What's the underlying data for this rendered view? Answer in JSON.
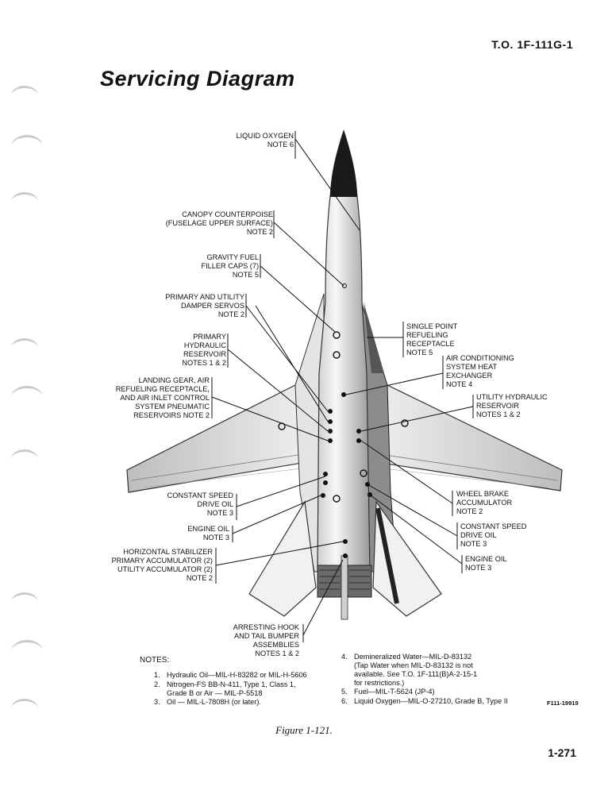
{
  "header": {
    "doc_id": "T.O. 1F-111G-1",
    "title": "Servicing Diagram"
  },
  "labels": {
    "liquid_oxygen": [
      "LIQUID OXYGEN",
      "NOTE 6"
    ],
    "canopy": [
      "CANOPY COUNTERPOISE",
      "(FUSELAGE UPPER SURFACE)",
      "NOTE 2"
    ],
    "gravity_fuel": [
      "GRAVITY FUEL",
      "FILLER CAPS (7)",
      "NOTE 5"
    ],
    "damper_servos": [
      "PRIMARY AND UTILITY",
      "DAMPER SERVOS",
      "NOTE 2"
    ],
    "primary_hydraulic": [
      "PRIMARY",
      "HYDRAULIC",
      "RESERVOIR",
      "NOTES 1 & 2"
    ],
    "landing_gear": [
      "LANDING GEAR, AIR",
      "REFUELING RECEPTACLE,",
      "AND AIR INLET CONTROL",
      "SYSTEM PNEUMATIC",
      "RESERVOIRS NOTE 2"
    ],
    "single_point": [
      "SINGLE POINT",
      "REFUELING",
      "RECEPTACLE",
      "NOTE 5"
    ],
    "air_conditioning": [
      "AIR CONDITIONING",
      "SYSTEM HEAT",
      "EXCHANGER",
      "NOTE 4"
    ],
    "utility_hydraulic": [
      "UTILITY HYDRAULIC",
      "RESERVOIR",
      "NOTES 1 & 2"
    ],
    "csd_left": [
      "CONSTANT SPEED",
      "DRIVE OIL",
      "NOTE 3"
    ],
    "engine_oil_left": [
      "ENGINE OIL",
      "NOTE 3"
    ],
    "horizontal_stab": [
      "HORIZONTAL STABILIZER",
      "PRIMARY ACCUMULATOR (2)",
      "UTILITY ACCUMULATOR (2)",
      "NOTE 2"
    ],
    "wheel_brake": [
      "WHEEL BRAKE",
      "ACCUMULATOR",
      "NOTE 2"
    ],
    "csd_right": [
      "CONSTANT SPEED",
      "DRIVE OIL",
      "NOTE 3"
    ],
    "engine_oil_right": [
      "ENGINE OIL",
      "NOTE 3"
    ],
    "arresting_hook": [
      "ARRESTING HOOK",
      "AND TAIL BUMPER",
      "ASSEMBLIES",
      "NOTES 1 & 2"
    ]
  },
  "notes": {
    "heading": "NOTES:",
    "items": [
      {
        "num": "1.",
        "lines": [
          "Hydraulic Oil—MIL-H-83282 or MIL-H-5606"
        ]
      },
      {
        "num": "2.",
        "lines": [
          "Nitrogen-FS BB-N-411, Type 1, Class 1,",
          "Grade B or Air — MIL-P-5518"
        ]
      },
      {
        "num": "3.",
        "lines": [
          "Oil — MIL-L-7808H (or later)."
        ]
      },
      {
        "num": "4.",
        "lines": [
          "Demineralized Water—MIL-D-83132",
          "(Tap Water when MIL-D-83132 is not",
          "available. See T.O. 1F-111(B)A-2-15-1",
          "for restrictions.)"
        ]
      },
      {
        "num": "5.",
        "lines": [
          "Fuel—MIL-T-5624 (JP-4)"
        ]
      },
      {
        "num": "6.",
        "lines": [
          "Liquid Oxygen—MIL-O-27210, Grade B, Type II"
        ]
      }
    ]
  },
  "figure_code": "F111-19919",
  "caption": "Figure 1-121.",
  "page_number": "1-271"
}
